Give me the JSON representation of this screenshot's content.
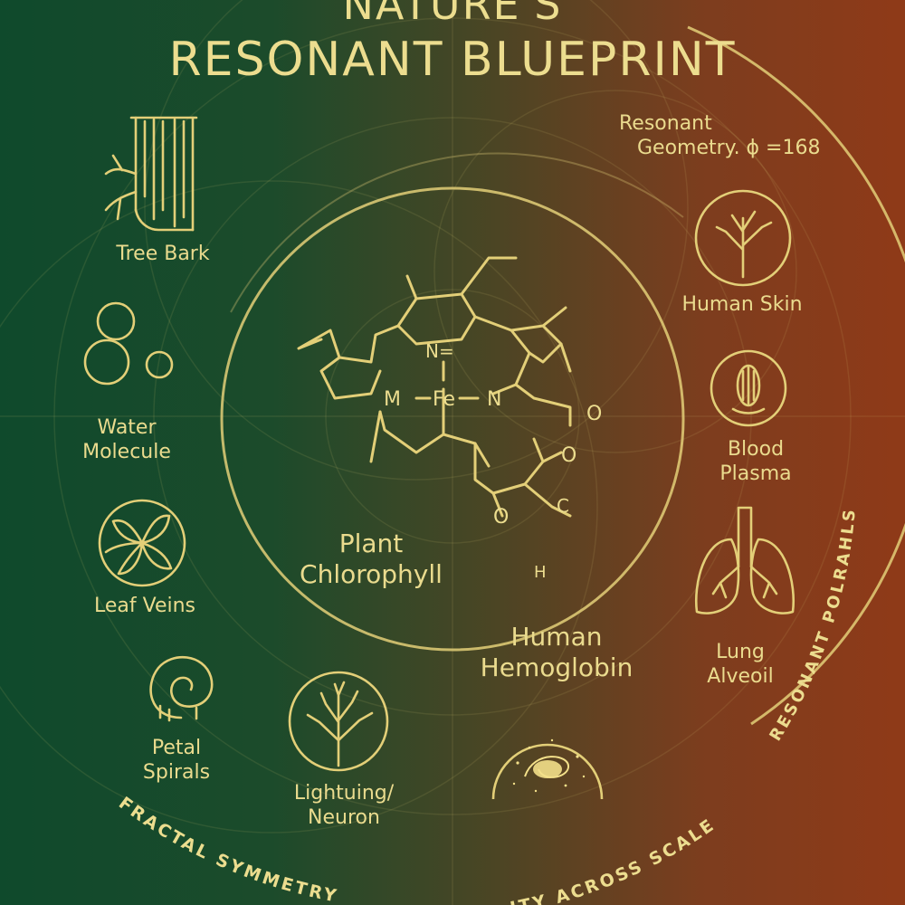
{
  "title": {
    "line1": "NATURE'S",
    "line2": "RESONANT BLUEPRINT"
  },
  "center": {
    "label_line1": "Plant",
    "label_line2": "Chlorophyll",
    "atoms": {
      "top_n": "N=",
      "left_m": "M",
      "fe": "Fe",
      "right_n": "N",
      "o1": "O",
      "o2": "O",
      "c": "C",
      "o3": "O",
      "h": "H"
    }
  },
  "hemoglobin": {
    "line1": "Human",
    "line2": "Hemoglobin"
  },
  "geometry_note": {
    "line1": "Resonant",
    "line2": "Geometry. ϕ =168"
  },
  "left_items": [
    {
      "line1": "Tree Bark",
      "line2": "",
      "icon": "tree-bark-icon"
    },
    {
      "line1": "Water",
      "line2": "Molecule",
      "icon": "water-molecule-icon"
    },
    {
      "line1": "Leaf Veins",
      "line2": "",
      "icon": "leaf-veins-icon"
    },
    {
      "line1": "Petal",
      "line2": "Spirals",
      "icon": "petal-spiral-icon"
    }
  ],
  "bottom_items": [
    {
      "line1": "Lightuing/",
      "line2": "Neuron",
      "icon": "neuron-tree-icon"
    },
    {
      "line1": "",
      "line2": "",
      "icon": "galaxy-icon"
    }
  ],
  "right_items": [
    {
      "line1": "Human Skin",
      "line2": "",
      "icon": "skin-tree-icon"
    },
    {
      "line1": "Blood",
      "line2": "Plasma",
      "icon": "blood-cell-icon"
    },
    {
      "line1": "Lung",
      "line2": "Alveoil",
      "icon": "lungs-icon"
    }
  ],
  "arc_labels": {
    "bottom_left": "FRACTAL SYMMETRY",
    "bottom_right": "ITY ACROSS SCALES",
    "right": "RESONANT POLRAHLS"
  },
  "colors": {
    "gold": "#e3cf78",
    "green": "#0f4a2c",
    "rust": "#8f3a18"
  }
}
